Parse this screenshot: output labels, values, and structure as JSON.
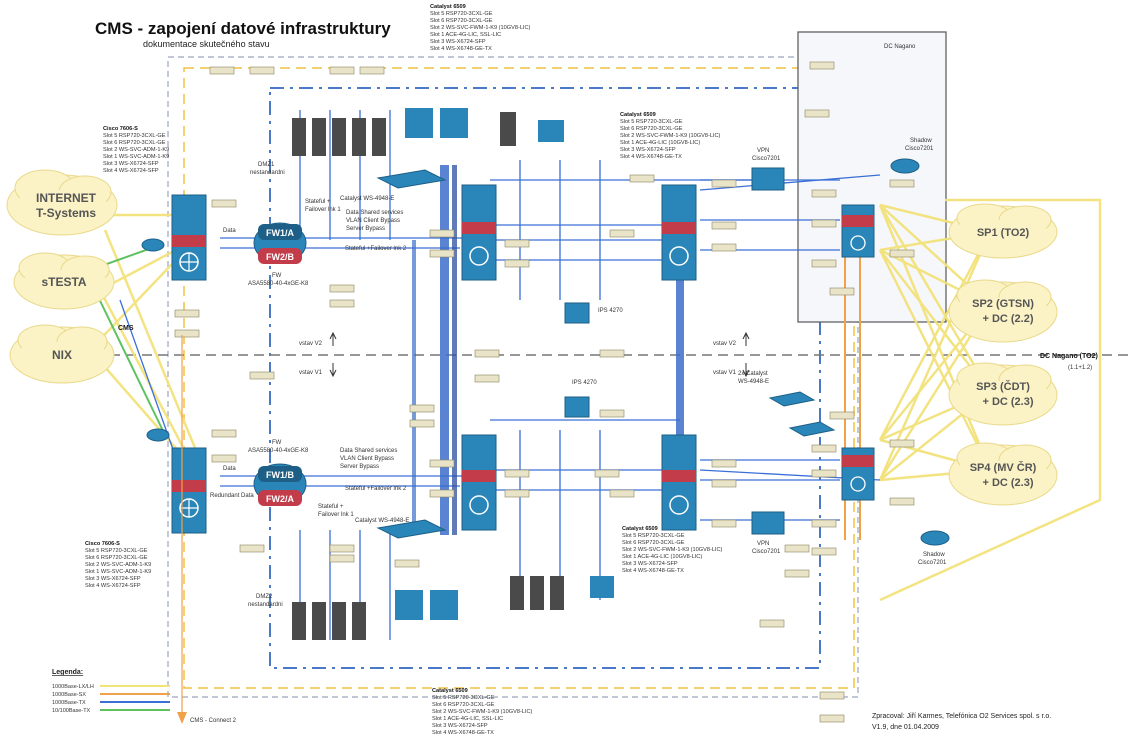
{
  "header": {
    "title": "CMS - zapojení datové infrastruktury",
    "subtitle": "dokumentace skutečného stavu"
  },
  "clouds": [
    {
      "id": "internet",
      "lines": [
        "INTERNET",
        "T-Systems"
      ],
      "size": 12
    },
    {
      "id": "stesta",
      "lines": [
        "sTESTA"
      ],
      "size": 12
    },
    {
      "id": "nix",
      "lines": [
        "NIX"
      ],
      "size": 12
    },
    {
      "id": "sp1",
      "lines": [
        "SP1  (TO2)"
      ],
      "size": 11
    },
    {
      "id": "sp2",
      "lines": [
        "SP2  (GTSN)",
        "+ DC (2.2)"
      ],
      "size": 11
    },
    {
      "id": "sp3",
      "lines": [
        "SP3  (ČDT)",
        "+ DC (2.3)"
      ],
      "size": 11
    },
    {
      "id": "sp4",
      "lines": [
        "SP4  (MV ČR)",
        "+ DC (2.3)"
      ],
      "size": 11
    }
  ],
  "labels": {
    "dc_nagano": "DC Nagano (TO2)",
    "dc_nagano_sub": "(1.1+1.2)",
    "dc_nagano_box": "DC Nagano",
    "cms": "CMS",
    "vsw_v2_upper": "vstav V2",
    "vsw_v1_upper": "vstav V1",
    "vsw_v2_mid": "vstav V2",
    "vsw_v1_mid": "vstav V1",
    "fw1a": "FW1/A",
    "fw2b": "FW2/B",
    "fw1b": "FW1/B",
    "fw2a": "FW2/A",
    "fw_upper_caption": [
      "FW",
      "ASA5580-40-4xGE-K8"
    ],
    "fw_lower_caption": [
      "FW",
      "ASA5580-40-4xGE-K8"
    ],
    "data_upper": "Data",
    "data_lower": "Data",
    "redundant_data": "Redundant Data",
    "stateful_upper": "Stateful +Failover lnk 2",
    "stateful_lower": "Stateful +Failover lnk 2",
    "statefull_fail_upper": [
      "Stateful +",
      "Failover lnk 1"
    ],
    "statefull_fail_lower": [
      "Stateful +",
      "Failover lnk 1"
    ],
    "catalyst_4948_upper": "Catalyst WS-4948-E",
    "catalyst_4948_lower": "Catalyst WS-4948-E",
    "data_shared_upper": [
      "Data Shared services",
      "VLAN Client Bypass",
      "Server Bypass"
    ],
    "data_shared_lower": [
      "Data Shared services",
      "VLAN Client Bypass",
      "Server Bypass"
    ],
    "dmz1": [
      "DMZ1",
      "nestandardni"
    ],
    "dmz2": [
      "DMZ2",
      "nestandardni"
    ],
    "ips_upper": "IPS 4270",
    "ips_lower": "IPS 4270",
    "vpn_upper": [
      "VPN",
      "Cisco7201"
    ],
    "vpn_lower": [
      "VPN",
      "Cisco7201"
    ],
    "shadow_upper": [
      "Shadow",
      "Cisco7201"
    ],
    "shadow_lower": [
      "Shadow",
      "Cisco7201"
    ],
    "two_catalyst": [
      "2x Catalyst",
      "WS-4948-E"
    ],
    "cms_connect": "CMS - Connect 2",
    "author": "Zpracoval:  Jiří Karmes, Telefónica O2 Services spol. s r.o.",
    "version": "V1.9, dne 01.04.2009"
  },
  "module_lists": {
    "top_center": [
      "Catalyst 6509",
      "Slot 5  RSP720-3CXL-GE",
      "Slot 6  RSP720-3CXL-GE",
      "Slot 2  WS-SVC-FWM-1-K9 (10GV8-LIC)",
      "Slot 1  ACE-4G-LIC, SSL-LIC",
      "Slot 3  WS-X6724-SFP",
      "Slot 4  WS-X6748-GE-TX"
    ],
    "mid_right": [
      "Catalyst 6509",
      "Slot 5  RSP720-3CXL-GE",
      "Slot 6  RSP720-3CXL-GE",
      "Slot 2  WS-SVC-FWM-1-K9 (10GV8-LIC)",
      "Slot 1  ACE-4G-LIC (10GV8-LIC)",
      "Slot 3  WS-X6724-SFP",
      "Slot 4  WS-X6748-GE-TX"
    ],
    "left_upper": [
      "Cisco 7606-S",
      "Slot 5  RSP720-3CXL-GE",
      "Slot 6  RSP720-3CXL-GE",
      "Slot 2  WS-SVC-ADM-1-K9",
      "Slot 1  WS-SVC-ADM-1-K9",
      "Slot 3  WS-X6724-SFP",
      "Slot 4  WS-X6724-SFP"
    ],
    "left_lower": [
      "Cisco 7606-S",
      "Slot 5  RSP720-3CXL-GE",
      "Slot 6  RSP720-3CXL-GE",
      "Slot 2  WS-SVC-ADM-1-K9",
      "Slot 1  WS-SVC-ADM-1-K9",
      "Slot 3  WS-X6724-SFP",
      "Slot 4  WS-X6724-SFP"
    ],
    "lower_right": [
      "Catalyst 6509",
      "Slot 5  RSP720-3CXL-GE",
      "Slot 6  RSP720-3CXL-GE",
      "Slot 2  WS-SVC-FWM-1-K9 (10GV8-LIC)",
      "Slot 1  ACE-4G-LIC (10GV8-LIC)",
      "Slot 3  WS-X6724-SFP",
      "Slot 4  WS-X6748-GE-TX"
    ],
    "bottom_center": [
      "Catalyst 6509",
      "Slot 5  RSP720-3CXL-GE",
      "Slot 6  RSP720-3CXL-GE",
      "Slot 2  WS-SVC-FWM-1-K9 (10GV8-LIC)",
      "Slot 1  ACE-4G-LIC, SSL-LIC",
      "Slot 3  WS-X6724-SFP",
      "Slot 4  WS-X6748-GE-TX"
    ]
  },
  "legend": {
    "title": "Legenda:",
    "items": [
      {
        "label": "1000Base-LX/LH",
        "color": "#f2e27a"
      },
      {
        "label": "1000Base-SX",
        "color": "#f0a24a"
      },
      {
        "label": "1000Base-TX",
        "color": "#3a6fd8"
      },
      {
        "label": "10/100Base-TX",
        "color": "#5fc25f"
      }
    ]
  },
  "colors": {
    "cloud_fill": "#fbf3c6",
    "cloud_stroke": "#e9d98a",
    "cloud_text": "#5a5a5a",
    "switch_blue": "#2a86b8",
    "switch_dark": "#1d5f86",
    "firewall_red": "#c23c4a",
    "link_blue": "#3a6fd8",
    "link_yellow": "#f2e27a",
    "link_green": "#5fc25f",
    "link_orange": "#f0a24a",
    "dash_blue": "#4a79c8",
    "dash_grey": "#888888",
    "port_fill": "#e9e4c8",
    "port_stroke": "#8a8460",
    "trunk_blue": "#3d6fc9"
  }
}
